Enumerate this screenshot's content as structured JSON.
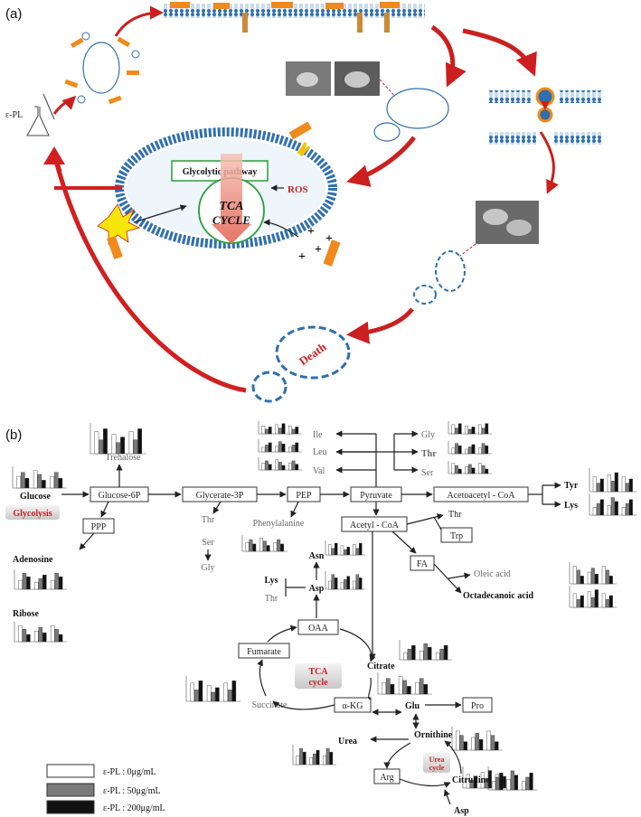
{
  "panel_a": {
    "label": "(a)",
    "agent_label": "ε-PL",
    "pathway_label": "Glycolytic pathway",
    "ros_label": "ROS",
    "tca_label_line1": "TCA",
    "tca_label_line2": "CYCLE",
    "death_label": "Death",
    "charge_symbols": [
      "+",
      "+",
      "+",
      "+"
    ],
    "colors": {
      "membrane": "#2f6fb0",
      "peptide": "#f08a1c",
      "arrow": "#cc1f1f",
      "cell_outline": "#2f6fb0",
      "death_text": "#d21f1f"
    }
  },
  "panel_b": {
    "label": "(b)",
    "nodes": {
      "glucose": "Glucose",
      "glycolysis": "Glycolysis",
      "glucose6p": "Glucose-6P",
      "trehalose": "Trehalose",
      "ppp": "PPP",
      "adenosine": "Adenosine",
      "ribose": "Ribose",
      "glycerate3p": "Glycerate-3P",
      "thr1": "Thr",
      "ser1": "Ser",
      "gly1": "Gly",
      "pep": "PEP",
      "phenylalanine": "Phenylalanine",
      "pyruvate": "Pyruvate",
      "ile": "Ile",
      "leu": "Leu",
      "val": "Val",
      "gly2": "Gly",
      "thr2": "Thr",
      "ser2": "Ser",
      "acetoacetylcoa": "Acetoacetyl - CoA",
      "tyr": "Tyr",
      "lys1": "Lys",
      "acetylcoa": "Acetyl - CoA",
      "thr3": "Thr",
      "trp": "Trp",
      "fa": "FA",
      "oleic": "Oleic acid",
      "octadecanoic": "Octadecanoic acid",
      "asn": "Asn",
      "asp1": "Asp",
      "lys2": "Lys",
      "thr4": "Thr",
      "oaa": "OAA",
      "fumarate": "Fumarate",
      "tca_line1": "TCA",
      "tca_line2": "cycle",
      "citrate": "Citrate",
      "succinate": "Succinate",
      "akg": "α-KG",
      "glu": "Glu",
      "pro": "Pro",
      "ornithine": "Ornithine",
      "urea": "Urea",
      "urea_cycle_line1": "Urea",
      "urea_cycle_line2": "cycle",
      "arg": "Arg",
      "citrulline": "Citrulline",
      "asp2": "Asp"
    },
    "legend": [
      {
        "label": "ε-PL : 0μg/mL",
        "color": "#ffffff"
      },
      {
        "label": "ε-PL : 50μg/mL",
        "color": "#7a7a7a"
      },
      {
        "label": "ε-PL : 200μg/mL",
        "color": "#111111"
      }
    ]
  }
}
